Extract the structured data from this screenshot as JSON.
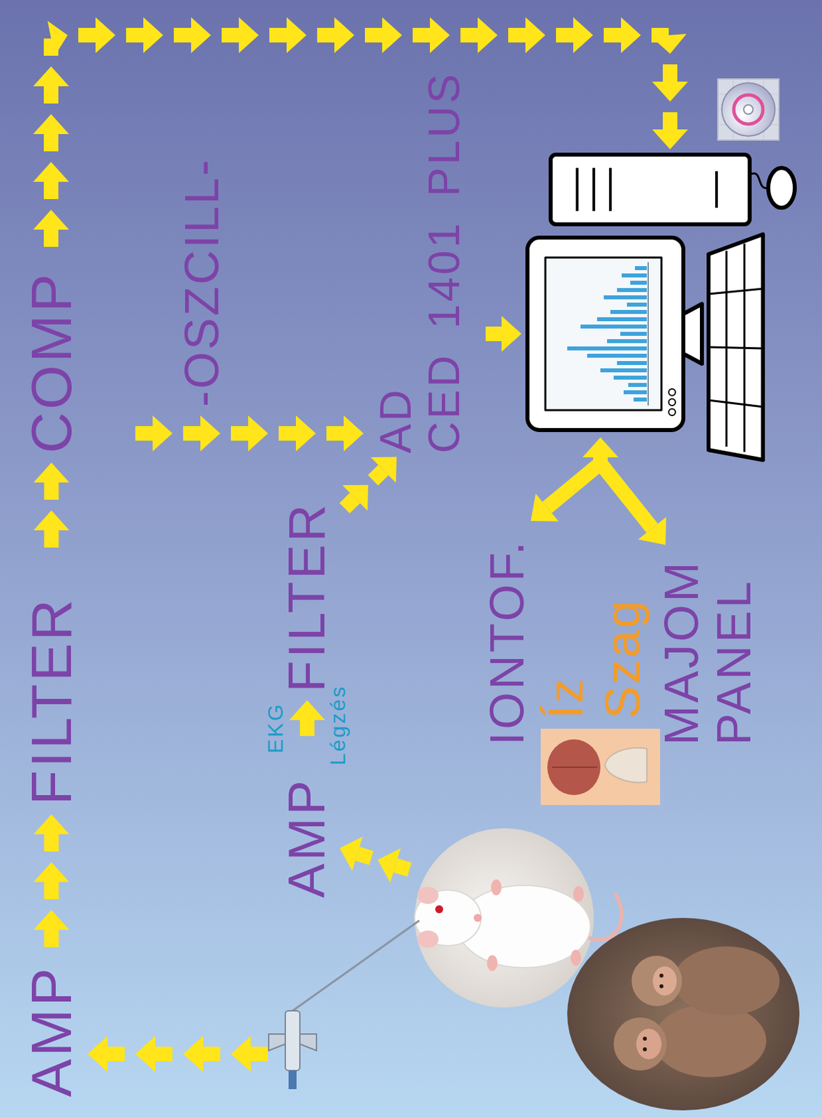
{
  "diagram": {
    "nodes": [
      {
        "text": [
          "AMP"
        ]
      },
      {
        "text": [
          "FILTER"
        ]
      },
      {
        "text": [
          "COMP"
        ]
      },
      {
        "text": [
          "AD",
          "CED 1401 PLUS"
        ]
      },
      {
        "text": [
          "AMP"
        ]
      },
      {
        "text": [
          "FILTER"
        ]
      },
      {
        "text": [
          "IONTOF."
        ]
      },
      {
        "text": [
          "MAJOM PANEL"
        ]
      }
    ],
    "edges": [
      {
        "from": 0,
        "to": 1,
        "arrow": "to"
      },
      {
        "from": 1,
        "to": 2,
        "arrow": "to"
      },
      {
        "from": 2,
        "to": 3,
        "arrow": "to"
      },
      {
        "from": 4,
        "to": 5,
        "arrow": "to"
      },
      {
        "from": 5,
        "to": 3,
        "arrow": "to"
      }
    ],
    "labels": [
      "-OSZCILL-",
      "EKG",
      "Légzés",
      "Íz",
      "Szag"
    ]
  }
}
